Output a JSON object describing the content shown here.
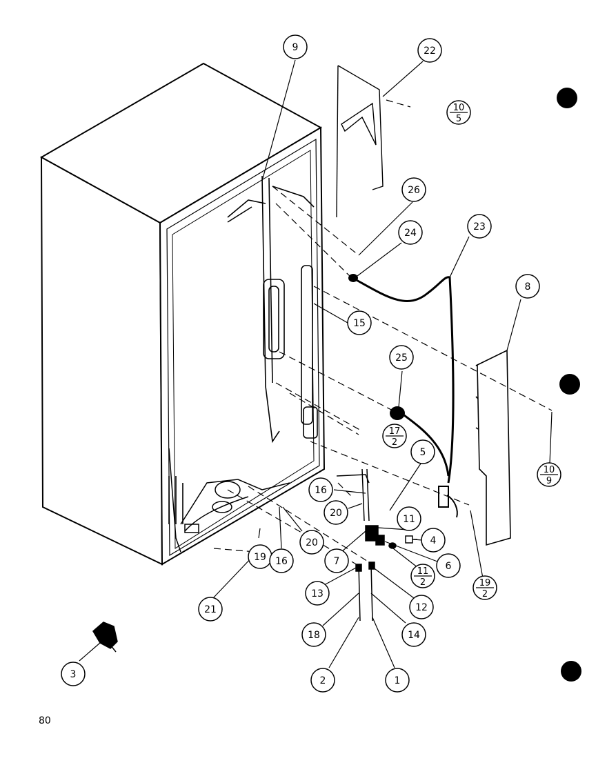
{
  "page_number": "80",
  "callouts": [
    "9",
    "22",
    "26",
    "24",
    "23",
    "8",
    "15",
    "25",
    "5",
    "16",
    "20",
    "11",
    "4",
    "7",
    "6",
    "19",
    "16",
    "20",
    "21",
    "13",
    "12",
    "18",
    "14",
    "2",
    "1",
    "3"
  ],
  "fractions": [
    {
      "num": "10",
      "den": "5"
    },
    {
      "num": "17",
      "den": "2"
    },
    {
      "num": "10",
      "den": "9"
    },
    {
      "num": "11",
      "den": "2"
    },
    {
      "num": "19",
      "den": "2"
    }
  ]
}
